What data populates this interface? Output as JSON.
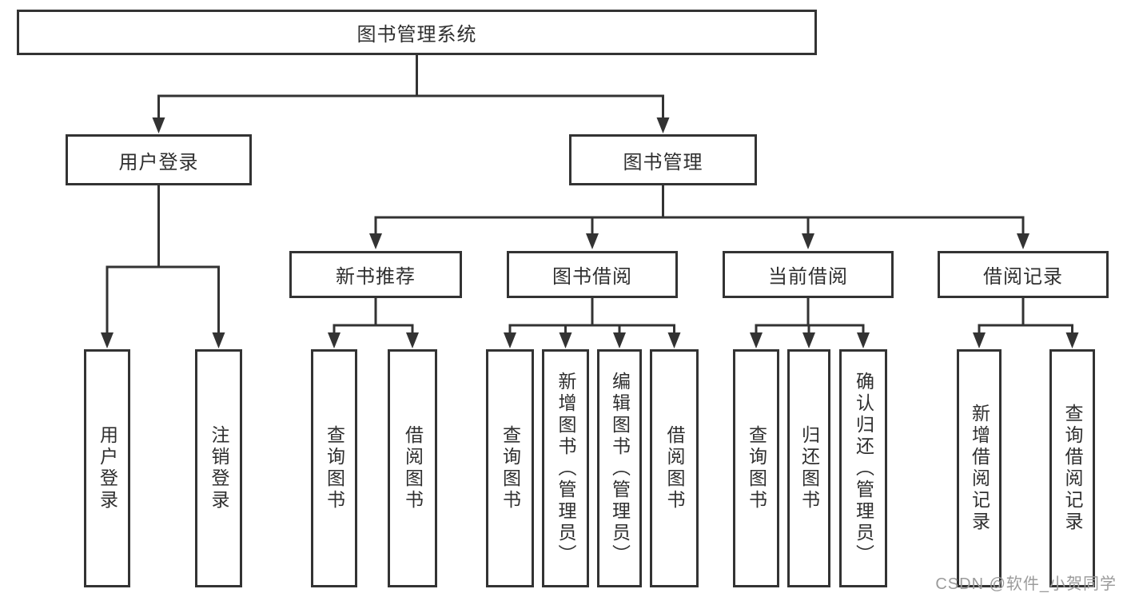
{
  "diagram": {
    "root": {
      "label": "图书管理系统"
    },
    "level2": {
      "user_login": {
        "label": "用户登录"
      },
      "book_mgmt": {
        "label": "图书管理"
      }
    },
    "level3": {
      "new_books": {
        "label": "新书推荐"
      },
      "borrowing": {
        "label": "图书借阅"
      },
      "current": {
        "label": "当前借阅"
      },
      "records": {
        "label": "借阅记录"
      }
    },
    "leaves": {
      "login": {
        "label": "用户登录"
      },
      "logout": {
        "label": "注销登录"
      },
      "nb_query": {
        "label": "查询图书"
      },
      "nb_borrow": {
        "label": "借阅图书"
      },
      "bw_query": {
        "label": "查询图书"
      },
      "bw_add": {
        "label": "新增图书（管理员）"
      },
      "bw_edit": {
        "label": "编辑图书（管理员）"
      },
      "bw_borrow": {
        "label": "借阅图书"
      },
      "cu_query": {
        "label": "查询图书"
      },
      "cu_return": {
        "label": "归还图书"
      },
      "cu_confirm": {
        "label": "确认归还（管理员）"
      },
      "rec_add": {
        "label": "新增借阅记录"
      },
      "rec_query": {
        "label": "查询借阅记录"
      }
    }
  },
  "watermark": {
    "text": "CSDN @软件_小贺同学"
  },
  "colors": {
    "line": "#333333",
    "text": "#2f2f2f",
    "watermark": "#9b9b9b",
    "background": "#ffffff",
    "box_fill": "#ffffff"
  }
}
